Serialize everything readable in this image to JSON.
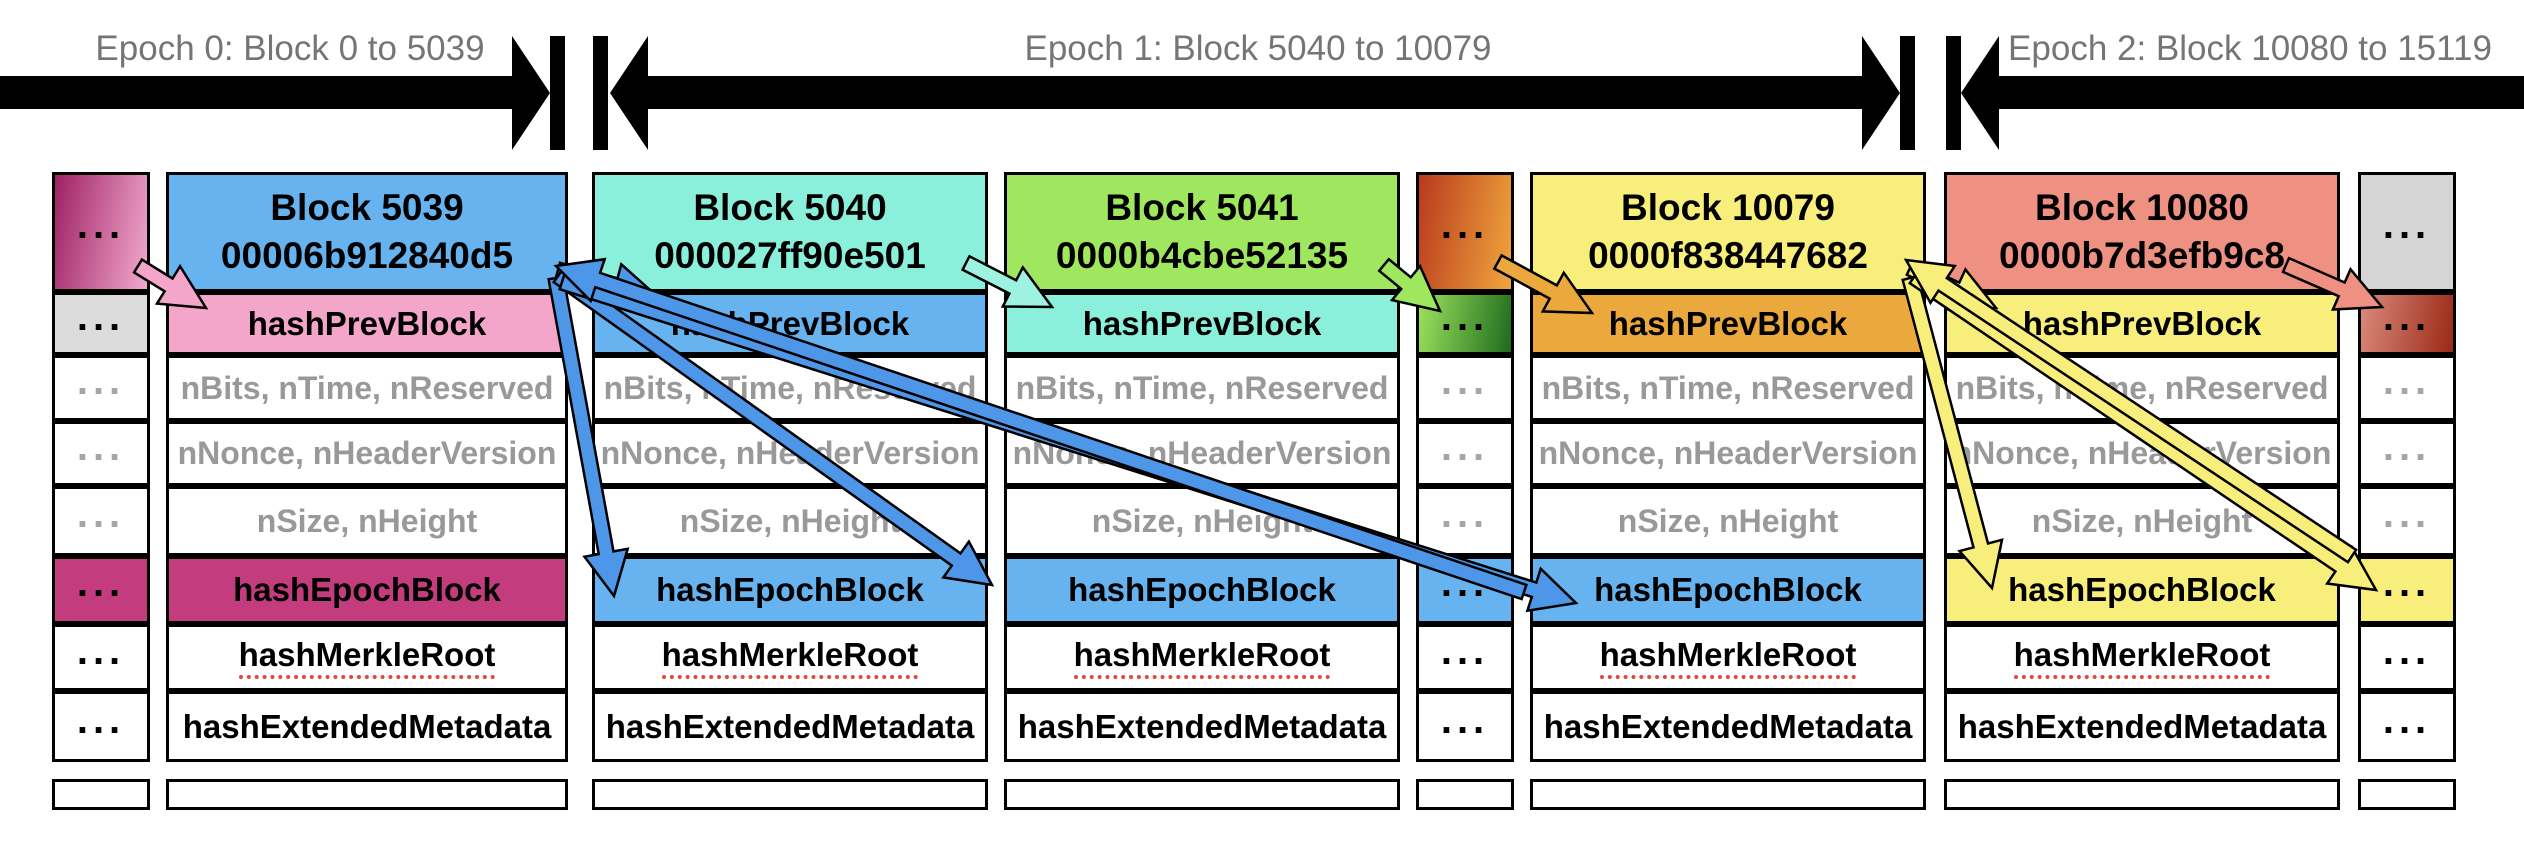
{
  "epochs": [
    {
      "label": "Epoch 0: Block 0 to 5039"
    },
    {
      "label": "Epoch 1: Block 5040 to 10079"
    },
    {
      "label": "Epoch 2: Block 10080 to 15119"
    }
  ],
  "field_labels": {
    "hash_prev_block": "hashPrevBlock",
    "bits_time_reserved": "nBits, nTime, nReserved",
    "nonce_header_version": "nNonce, nHeaderVersion",
    "size_height": "nSize, nHeight",
    "hash_epoch_block": "hashEpochBlock",
    "hash_merkle_root": "hashMerkleRoot",
    "hash_extended_metadata": "hashExtendedMetadata",
    "ellipsis": "..."
  },
  "colors": {
    "blue": "#66b3f0",
    "arrow_blue": "#4d96e8",
    "pink": "#f4a6ca",
    "magenta": "#c33d7e",
    "cyan": "#8af0dc",
    "arrow_cyan": "#9df2e0",
    "green": "#9fe75e",
    "yellow": "#f7ee7b",
    "orange": "#eba93d",
    "salmon": "#ee9082",
    "light_gray": "#dcdcdc",
    "gray": "#d5d5d5",
    "pink_gradient": {
      "from": "#9e2264",
      "to": "#f2a9ce"
    },
    "orange_gradient": {
      "from": "#b93a1e",
      "to": "#f0a63c"
    },
    "green_gradient": {
      "from": "#9ce25d",
      "to": "#1f6b1e"
    },
    "red_gradient": {
      "from": "#d98a7c",
      "to": "#9c2917"
    }
  },
  "columns": [
    {
      "id": "prev-epoch0-blocks",
      "kind": "ellipsis",
      "title_bg": "pink_gradient",
      "prev_bg": "light_gray",
      "epoch_bg": "magenta"
    },
    {
      "id": "block-5039",
      "kind": "block",
      "title": "Block 5039",
      "hash": "00006b912840d5",
      "title_bg": "blue",
      "prev_bg": "pink",
      "epoch_bg": "magenta"
    },
    {
      "id": "block-5040",
      "kind": "block",
      "title": "Block 5040",
      "hash": "000027ff90e501",
      "title_bg": "cyan",
      "prev_bg": "blue",
      "epoch_bg": "blue"
    },
    {
      "id": "block-5041",
      "kind": "block",
      "title": "Block 5041",
      "hash": "0000b4cbe52135",
      "title_bg": "green",
      "prev_bg": "cyan",
      "epoch_bg": "blue"
    },
    {
      "id": "mid-epoch1-blocks",
      "kind": "ellipsis",
      "title_bg": "orange_gradient",
      "prev_bg": "green_gradient",
      "epoch_bg": "blue"
    },
    {
      "id": "block-10079",
      "kind": "block",
      "title": "Block 10079",
      "hash": "0000f838447682",
      "title_bg": "yellow",
      "prev_bg": "orange",
      "epoch_bg": "blue"
    },
    {
      "id": "block-10080",
      "kind": "block",
      "title": "Block 10080",
      "hash": "0000b7d3efb9c8",
      "title_bg": "salmon",
      "prev_bg": "yellow",
      "epoch_bg": "yellow"
    },
    {
      "id": "tail-epoch2-blocks",
      "kind": "ellipsis",
      "title_bg": "gray",
      "prev_bg": "red_gradient",
      "epoch_bg": "yellow"
    }
  ],
  "arrows": [
    {
      "id": "prev-5039",
      "color": "pink",
      "from": "prev-epoch0-blocks",
      "to": "block-5039.hashPrevBlock"
    },
    {
      "id": "prev-5040",
      "color": "arrow_blue",
      "from": "block-5039",
      "to": "block-5040.hashPrevBlock"
    },
    {
      "id": "prev-5041",
      "color": "arrow_cyan",
      "from": "block-5040",
      "to": "block-5041.hashPrevBlock"
    },
    {
      "id": "prev-mid",
      "color": "green",
      "from": "block-5041",
      "to": "mid-epoch1-blocks.hashPrevBlock"
    },
    {
      "id": "prev-10079",
      "color": "orange",
      "from": "mid-epoch1-blocks",
      "to": "block-10079.hashPrevBlock"
    },
    {
      "id": "prev-10080",
      "color": "yellow",
      "from": "block-10079",
      "to": "block-10080.hashPrevBlock"
    },
    {
      "id": "prev-tail",
      "color": "salmon",
      "from": "block-10080",
      "to": "tail-epoch2-blocks.hashPrevBlock"
    },
    {
      "id": "epoch-5040",
      "color": "arrow_blue",
      "from": "block-5039",
      "to": "block-5040.hashEpochBlock"
    },
    {
      "id": "epoch-5041",
      "color": "arrow_blue",
      "from": "block-5039",
      "to": "block-5041.hashEpochBlock"
    },
    {
      "id": "epoch-10079",
      "color": "arrow_blue",
      "from": "block-5039",
      "to": "block-10079.hashEpochBlock"
    },
    {
      "id": "epoch-back-5039",
      "color": "arrow_blue",
      "from": "block-10079.hashEpochBlock",
      "to": "block-5039"
    },
    {
      "id": "epoch-10080",
      "color": "yellow",
      "from": "block-10079",
      "to": "block-10080.hashEpochBlock"
    },
    {
      "id": "epoch-tail",
      "color": "yellow",
      "from": "block-10079",
      "to": "tail-epoch2-blocks.hashEpochBlock"
    },
    {
      "id": "epoch-back-10079",
      "color": "yellow",
      "from": "tail-epoch2-blocks.hashEpochBlock",
      "to": "block-10079"
    }
  ]
}
